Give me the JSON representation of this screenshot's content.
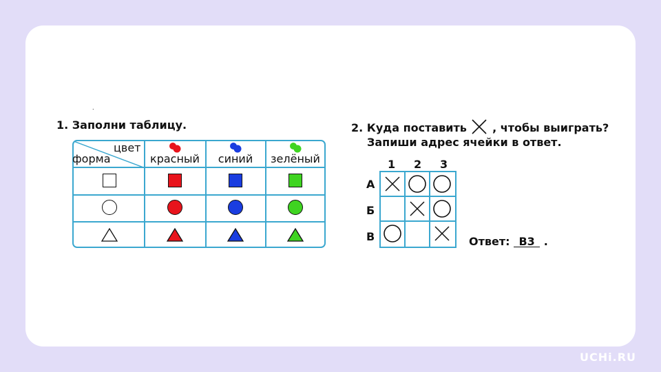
{
  "task1": {
    "title": "1. Заполни таблицу.",
    "header_color": "цвет",
    "header_shape": "форма",
    "columns": [
      {
        "label": "красный",
        "color": "#e8141c"
      },
      {
        "label": "синий",
        "color": "#1a3de0"
      },
      {
        "label": "зелёный",
        "color": "#3fd421"
      }
    ],
    "rows": [
      "square",
      "circle",
      "triangle"
    ]
  },
  "task2": {
    "title_before": "2. Куда поставить",
    "title_after": ", чтобы выиграть?",
    "subtitle": "Запиши адрес ячейки в ответ.",
    "col_labels": [
      "1",
      "2",
      "3"
    ],
    "row_labels": [
      "А",
      "Б",
      "В"
    ],
    "cells": [
      [
        "X",
        "O",
        "O"
      ],
      [
        "",
        "X",
        "O"
      ],
      [
        "O",
        "",
        "X"
      ]
    ],
    "answer_label": "Ответ:",
    "answer": "В3",
    "answer_end": "."
  },
  "logo": "UCHi.RU"
}
